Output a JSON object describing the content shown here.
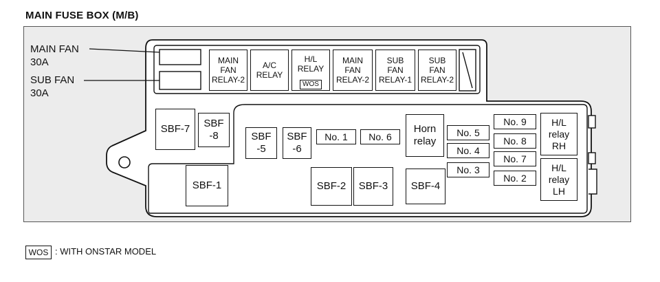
{
  "title": "MAIN FUSE BOX (M/B)",
  "callouts": {
    "main_fan": "MAIN FAN",
    "main_fan_amp": "30A",
    "sub_fan": "SUB FAN",
    "sub_fan_amp": "30A"
  },
  "relays_top": [
    "MAIN\nFAN\nRELAY-2",
    "A/C\nRELAY",
    "H/L\nRELAY",
    "MAIN\nFAN\nRELAY-2",
    "SUB\nFAN\nRELAY-1",
    "SUB\nFAN\nRELAY-2"
  ],
  "wos_tag": "WOS",
  "sbf": {
    "sbf7": "SBF-7",
    "sbf8": "SBF\n-8",
    "sbf5": "SBF\n-5",
    "sbf6": "SBF\n-6",
    "sbf1": "SBF-1",
    "sbf2": "SBF-2",
    "sbf3": "SBF-3",
    "sbf4": "SBF-4"
  },
  "fuses": {
    "no1": "No. 1",
    "no6": "No. 6",
    "no5": "No. 5",
    "no4": "No. 4",
    "no3": "No. 3",
    "no9": "No. 9",
    "no8": "No. 8",
    "no7": "No. 7",
    "no2": "No. 2"
  },
  "horn_relay": "Horn\nrelay",
  "hl_relay_rh": "H/L\nrelay\nRH",
  "hl_relay_lh": "H/L\nrelay\nLH",
  "legend": {
    "tag": "WOS",
    "text": ": WITH ONSTAR MODEL"
  }
}
